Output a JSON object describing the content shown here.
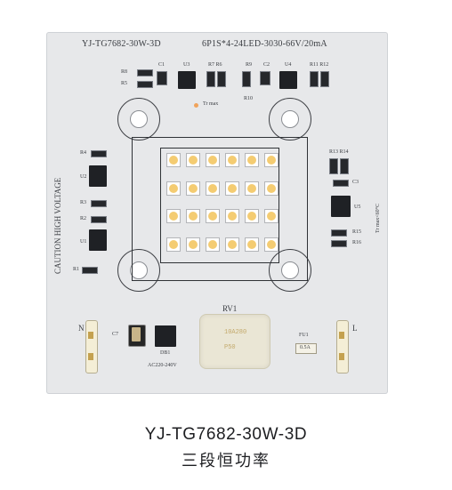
{
  "board": {
    "title_left": "YJ-TG7682-30W-3D",
    "title_right": "6P1S*4-24LED-3030-66V/20mA",
    "side_label": "CAUTION HIGH VOLTAGE",
    "tr_label": "Tr max",
    "tr_max_temp": "Tr max<60°C",
    "labels": {
      "r8": "R8",
      "r5": "R5",
      "c1": "C1",
      "u3": "U3",
      "r7r6": "R7 R6",
      "r9": "R9",
      "c2": "C2",
      "u4": "U4",
      "r11r12": "R11 R12",
      "r10": "R10",
      "r4": "R4",
      "u2": "U2",
      "r3": "R3",
      "r2": "R2",
      "u1": "U1",
      "r1": "R1",
      "r13r14": "R13 R14",
      "c3": "C3",
      "u5": "U5",
      "r15": "R15",
      "r16": "R16",
      "n": "N",
      "l": "L",
      "c7": "C7",
      "db1": "DB1",
      "ac": "AC220-240V",
      "rv1": "RV1",
      "fu1": "FU1",
      "rv_line1": "10A280",
      "rv_line2": "P50",
      "fu_text": "0.5A"
    }
  },
  "caption": {
    "model": "YJ-TG7682-30W-3D",
    "subtitle": "三段恒功率"
  },
  "colors": {
    "board": "#e7e8ea",
    "led": "#f4cc72",
    "ink": "#3a3d42"
  }
}
